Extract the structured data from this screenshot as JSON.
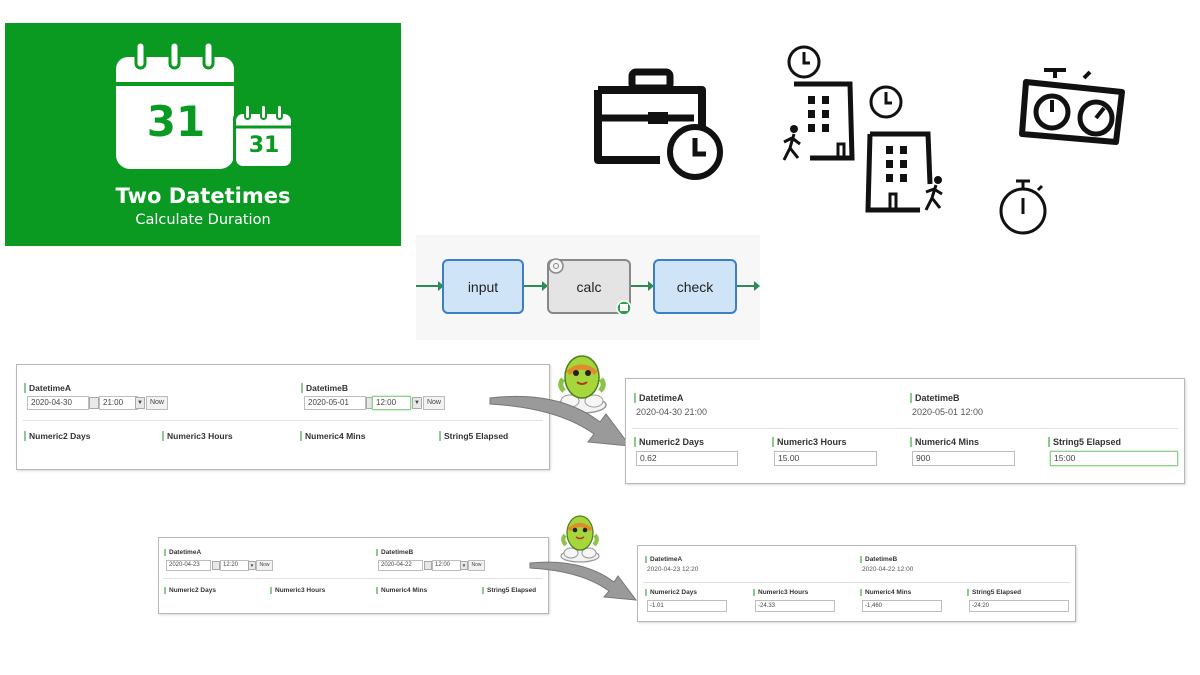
{
  "banner": {
    "title": "Two Datetimes",
    "subtitle": "Calculate Duration",
    "big_calendar_day": "31",
    "small_calendar_day": "31",
    "bg_color": "#0a9a22"
  },
  "icons": [
    "briefcase-clock-icon",
    "building-walk-in-icon",
    "building-walk-out-icon",
    "chess-clock-icon",
    "stopwatch-icon",
    "clock-icon"
  ],
  "workflow": {
    "nodes": [
      "input",
      "calc",
      "check"
    ],
    "line_color": "#2e8b57"
  },
  "example1": {
    "form": {
      "datetimeA_label": "DatetimeA",
      "datetimeA_date": "2020-04-30",
      "datetimeA_time": "21:00",
      "datetimeB_label": "DatetimeB",
      "datetimeB_date": "2020-05-01",
      "datetimeB_time": "12:00",
      "now_label": "Now",
      "numeric2_label": "Numeric2 Days",
      "numeric3_label": "Numeric3 Hours",
      "numeric4_label": "Numeric4 Mins",
      "string5_label": "String5 Elapsed"
    },
    "result": {
      "datetimeA_label": "DatetimeA",
      "datetimeA_value": "2020-04-30 21:00",
      "datetimeB_label": "DatetimeB",
      "datetimeB_value": "2020-05-01 12:00",
      "numeric2_label": "Numeric2 Days",
      "numeric2_value": "0.62",
      "numeric3_label": "Numeric3 Hours",
      "numeric3_value": "15.00",
      "numeric4_label": "Numeric4 Mins",
      "numeric4_value": "900",
      "string5_label": "String5 Elapsed",
      "string5_value": "15:00"
    }
  },
  "example2": {
    "form": {
      "datetimeA_label": "DatetimeA",
      "datetimeA_date": "2020-04-23",
      "datetimeA_time": "12:20",
      "datetimeB_label": "DatetimeB",
      "datetimeB_date": "2020-04-22",
      "datetimeB_time": "12:00",
      "now_label": "Now",
      "numeric2_label": "Numeric2 Days",
      "numeric3_label": "Numeric3 Hours",
      "numeric4_label": "Numeric4 Mins",
      "string5_label": "String5 Elapsed"
    },
    "result": {
      "datetimeA_label": "DatetimeA",
      "datetimeA_value": "2020-04-23 12:20",
      "datetimeB_label": "DatetimeB",
      "datetimeB_value": "2020-04-22 12:00",
      "numeric2_label": "Numeric2 Days",
      "numeric2_value": "-1.01",
      "numeric3_label": "Numeric3 Hours",
      "numeric3_value": "-24.33",
      "numeric4_label": "Numeric4 Mins",
      "numeric4_value": "-1,460",
      "string5_label": "String5 Elapsed",
      "string5_value": "-24:20"
    }
  }
}
